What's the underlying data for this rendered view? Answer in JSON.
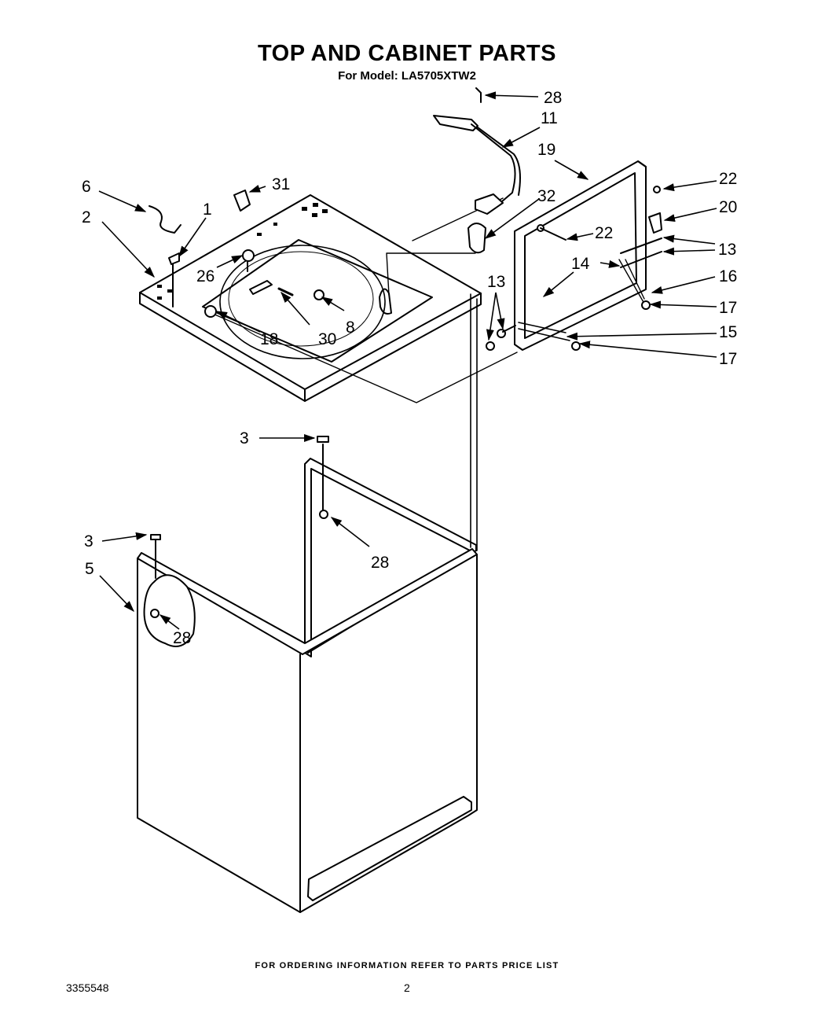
{
  "header": {
    "title": "TOP AND CABINET PARTS",
    "subtitle": "For Model: LA5705XTW2"
  },
  "callouts": [
    {
      "id": "c28a",
      "label": "28"
    },
    {
      "id": "c11",
      "label": "11"
    },
    {
      "id": "c19",
      "label": "19"
    },
    {
      "id": "c22a",
      "label": "22"
    },
    {
      "id": "c20",
      "label": "20"
    },
    {
      "id": "c22b",
      "label": "22"
    },
    {
      "id": "c13a",
      "label": "13"
    },
    {
      "id": "c14",
      "label": "14"
    },
    {
      "id": "c16",
      "label": "16"
    },
    {
      "id": "c13b",
      "label": "13"
    },
    {
      "id": "c17a",
      "label": "17"
    },
    {
      "id": "c15",
      "label": "15"
    },
    {
      "id": "c17b",
      "label": "17"
    },
    {
      "id": "c6",
      "label": "6"
    },
    {
      "id": "c31",
      "label": "31"
    },
    {
      "id": "c32",
      "label": "32"
    },
    {
      "id": "c1",
      "label": "1"
    },
    {
      "id": "c2",
      "label": "2"
    },
    {
      "id": "c26",
      "label": "26"
    },
    {
      "id": "c8",
      "label": "8"
    },
    {
      "id": "c18",
      "label": "18"
    },
    {
      "id": "c30",
      "label": "30"
    },
    {
      "id": "c3a",
      "label": "3"
    },
    {
      "id": "c28b",
      "label": "28"
    },
    {
      "id": "c3b",
      "label": "3"
    },
    {
      "id": "c5",
      "label": "5"
    },
    {
      "id": "c28c",
      "label": "28"
    }
  ],
  "footer": {
    "note": "FOR ORDERING INFORMATION REFER TO PARTS PRICE LIST",
    "doc_number": "3355548",
    "page_number": "2"
  }
}
